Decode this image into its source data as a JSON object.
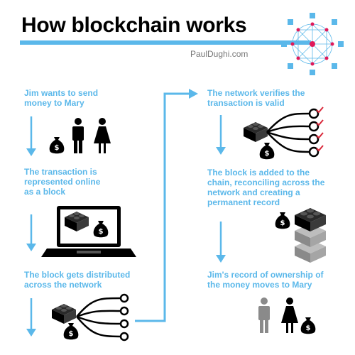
{
  "title": "How blockchain works",
  "credit": "PaulDughi.com",
  "steps": [
    {
      "text": "Jim wants to send\nmoney to Mary"
    },
    {
      "text": "The transaction is\nrepresented online\nas a block"
    },
    {
      "text": "The block gets distributed\nacross the network"
    },
    {
      "text": "The network verifies the\ntransaction is valid"
    },
    {
      "text": "The block is added to the\nchain, reconciling across the\nnetwork and creating a\npermanent record"
    },
    {
      "text": "Jim's record of ownership of\nthe money moves to Mary"
    }
  ],
  "colors": {
    "accent": "#5bb8ea",
    "logo_node": "#e0195a",
    "check": "#d9283a",
    "ink": "#000000"
  },
  "icons": [
    "network-logo-icon",
    "money-bag-icon",
    "person-man-icon",
    "person-woman-icon",
    "block-icon",
    "laptop-icon",
    "network-fan-icon",
    "check-icon",
    "block-stack-icon",
    "arrow-down-icon"
  ]
}
